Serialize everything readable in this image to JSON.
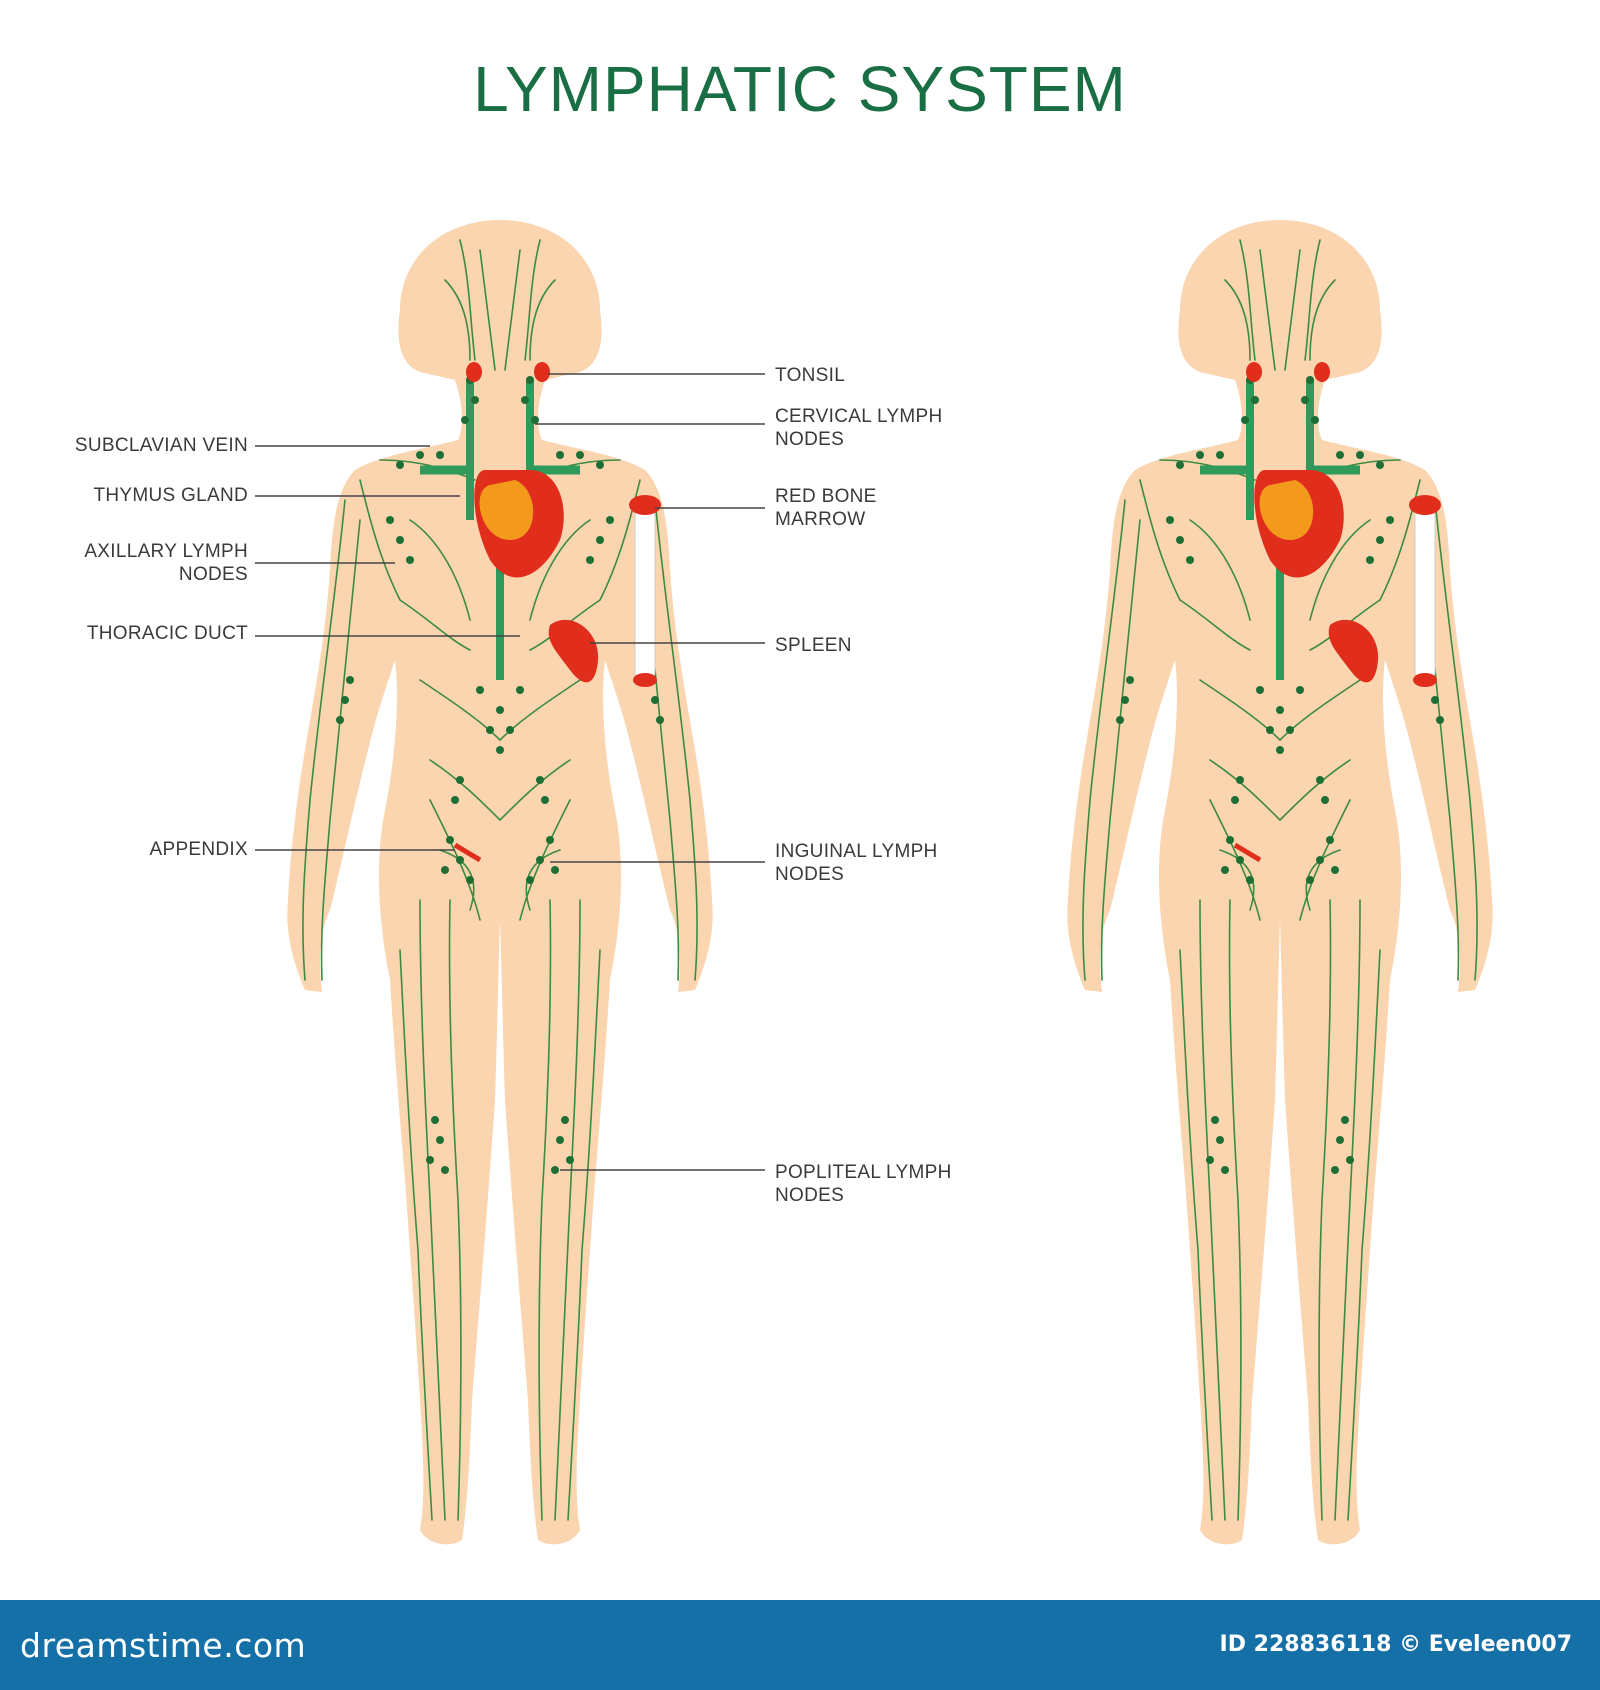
{
  "title": "LYMPHATIC SYSTEM",
  "colors": {
    "skin": "#fad5b0",
    "vessel": "#3c8b3f",
    "node": "#1f6e35",
    "duct": "#2f9a5c",
    "organ_red": "#e02d1c",
    "thymus_orange": "#f39a1c",
    "title_green": "#1a6e44",
    "footer_blue": "#1670a8"
  },
  "labels": {
    "subclavian_vein": "SUBCLAVIAN VEIN",
    "thymus_gland": "THYMUS GLAND",
    "axillary_1": "AXILLARY LYMPH",
    "axillary_2": "NODES",
    "thoracic_duct": "THORACIC DUCT",
    "appendix": "APPENDIX",
    "tonsil": "TONSIL",
    "cervical_1": "CERVICAL LYMPH",
    "cervical_2": "NODES",
    "red_bone_1": "RED BONE",
    "red_bone_2": "MARROW",
    "spleen": "SPLEEN",
    "inguinal_1": "INGUINAL LYMPH",
    "inguinal_2": "NODES",
    "popliteal_1": "POPLITEAL LYMPH",
    "popliteal_2": "NODES"
  },
  "footer": {
    "brand": "dreamstime.com",
    "id_text": "ID 228836118 © Eveleen007"
  }
}
